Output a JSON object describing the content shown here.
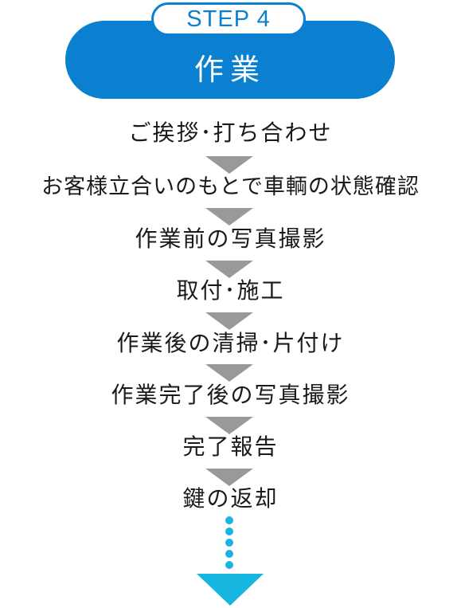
{
  "header": {
    "step_label": "STEP 4",
    "title": "作業"
  },
  "steps": [
    "ご挨拶･打ち合わせ",
    "お客様立合いのもとで車輌の状態確認",
    "作業前の写真撮影",
    "取付･施工",
    "作業後の清掃･片付け",
    "作業完了後の写真撮影",
    "完了報告",
    "鍵の返却"
  ],
  "colors": {
    "primary_blue": "#0b7fd0",
    "next_arrow_cyan": "#17b6e0",
    "step_arrow_gray": "#999999",
    "text": "#1a1a1a"
  }
}
